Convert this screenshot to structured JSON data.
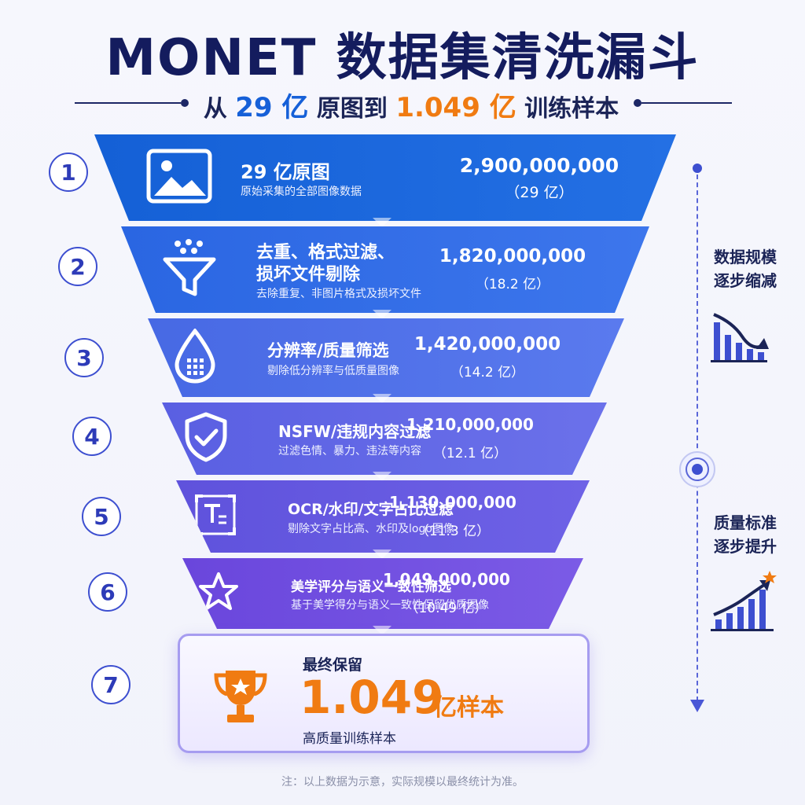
{
  "header": {
    "title": "MONET 数据集清洗漏斗",
    "subtitle_prefix": "从",
    "subtitle_start": "29 亿",
    "subtitle_mid": "原图到",
    "subtitle_end": "1.049 亿",
    "subtitle_suffix": "训练样本"
  },
  "stages": [
    {
      "step": "1",
      "icon": "image-icon",
      "title_lines": [
        "29 亿原图"
      ],
      "desc": "原始采集的全部图像数据",
      "value": "2,900,000,000",
      "value_sub": "（29 亿）"
    },
    {
      "step": "2",
      "icon": "funnel-filter-icon",
      "title_lines": [
        "去重、格式过滤、",
        "损坏文件剔除"
      ],
      "desc": "去除重复、非图片格式及损坏文件",
      "value": "1,820,000,000",
      "value_sub": "（18.2 亿）"
    },
    {
      "step": "3",
      "icon": "resolution-drop-icon",
      "title_lines": [
        "分辨率/质量筛选"
      ],
      "desc": "剔除低分辨率与低质量图像",
      "value": "1,420,000,000",
      "value_sub": "（14.2 亿）"
    },
    {
      "step": "4",
      "icon": "shield-check-icon",
      "title_lines": [
        "NSFW/违规内容过滤"
      ],
      "desc": "过滤色情、暴力、违法等内容",
      "value": "1,210,000,000",
      "value_sub": "（12.1 亿）"
    },
    {
      "step": "5",
      "icon": "ocr-text-icon",
      "title_lines": [
        "OCR/水印/文字占比过滤"
      ],
      "desc": "剔除文字占比高、水印及logo图像",
      "value": "1,130,000,000",
      "value_sub": "（11.3 亿）"
    },
    {
      "step": "6",
      "icon": "star-icon",
      "title_lines": [
        "美学评分与语义一致性筛选"
      ],
      "desc": "基于美学得分与语义一致性保留优质图像",
      "value": "1,049,000,000",
      "value_sub": "（10.49 亿）"
    }
  ],
  "final": {
    "step": "7",
    "label": "最终保留",
    "value": "1.049",
    "unit": "亿样本",
    "desc": "高质量训练样本"
  },
  "side": {
    "top_line1": "数据规模",
    "top_line2": "逐步缩减",
    "bottom_line1": "质量标准",
    "bottom_line2": "逐步提升"
  },
  "note": "注：以上数据为示意，实际规模以最终统计为准。",
  "colors": {
    "title": "#141c5e",
    "accent_blue": "#1660d8",
    "accent_orange": "#f07b12",
    "stage_top": "#1966dc",
    "stage_bottom": "#6a45e2"
  }
}
